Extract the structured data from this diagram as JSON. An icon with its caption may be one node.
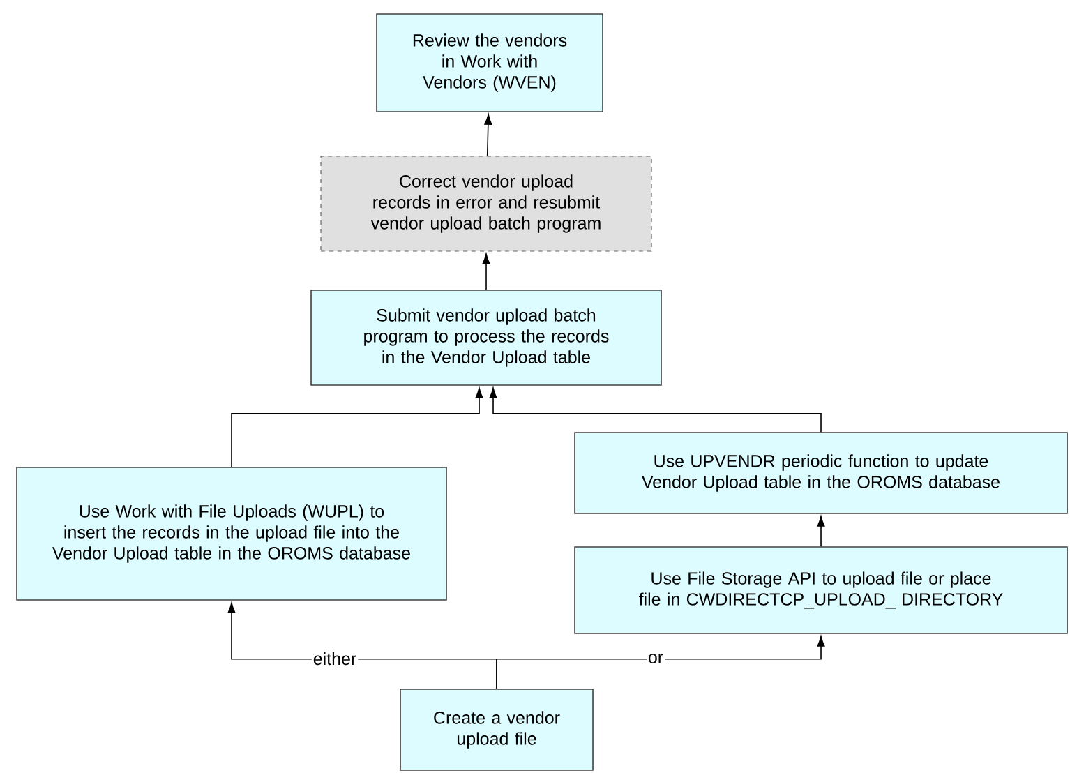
{
  "diagram": {
    "nodes": [
      {
        "text": [
          "Review the vendors in Work with Vendors (WVEN)"
        ]
      },
      {
        "text": [
          "Correct vendor upload records in error and resubmit vendor upload batch program"
        ]
      },
      {
        "text": [
          "Submit vendor upload batch program to process the records in the Vendor Upload table"
        ]
      },
      {
        "text": [
          "Use Work with File Uploads (WUPL) to insert the records in the upload file into the Vendor Upload table in the OROMS database"
        ]
      },
      {
        "text": [
          "Use UPVENDR periodic function to update Vendor Upload table in the OROMS database"
        ]
      },
      {
        "text": [
          "Use File Storage API to upload file or place file in CWDIRECTCP_UPLOAD_ DIRECTORY"
        ]
      },
      {
        "text": [
          "Create a vendor upload file"
        ]
      }
    ],
    "edges": [
      {
        "from": 1,
        "to": 0,
        "arrow": "to"
      },
      {
        "from": 2,
        "to": 1,
        "arrow": "to"
      },
      {
        "from": 3,
        "to": 2,
        "arrow": "to"
      },
      {
        "from": 4,
        "to": 2,
        "arrow": "to"
      },
      {
        "from": 5,
        "to": 4,
        "arrow": "to"
      },
      {
        "from": 6,
        "to": 3,
        "arrow": "to",
        "label": "either"
      },
      {
        "from": 6,
        "to": 5,
        "arrow": "to",
        "label": "or"
      }
    ]
  }
}
